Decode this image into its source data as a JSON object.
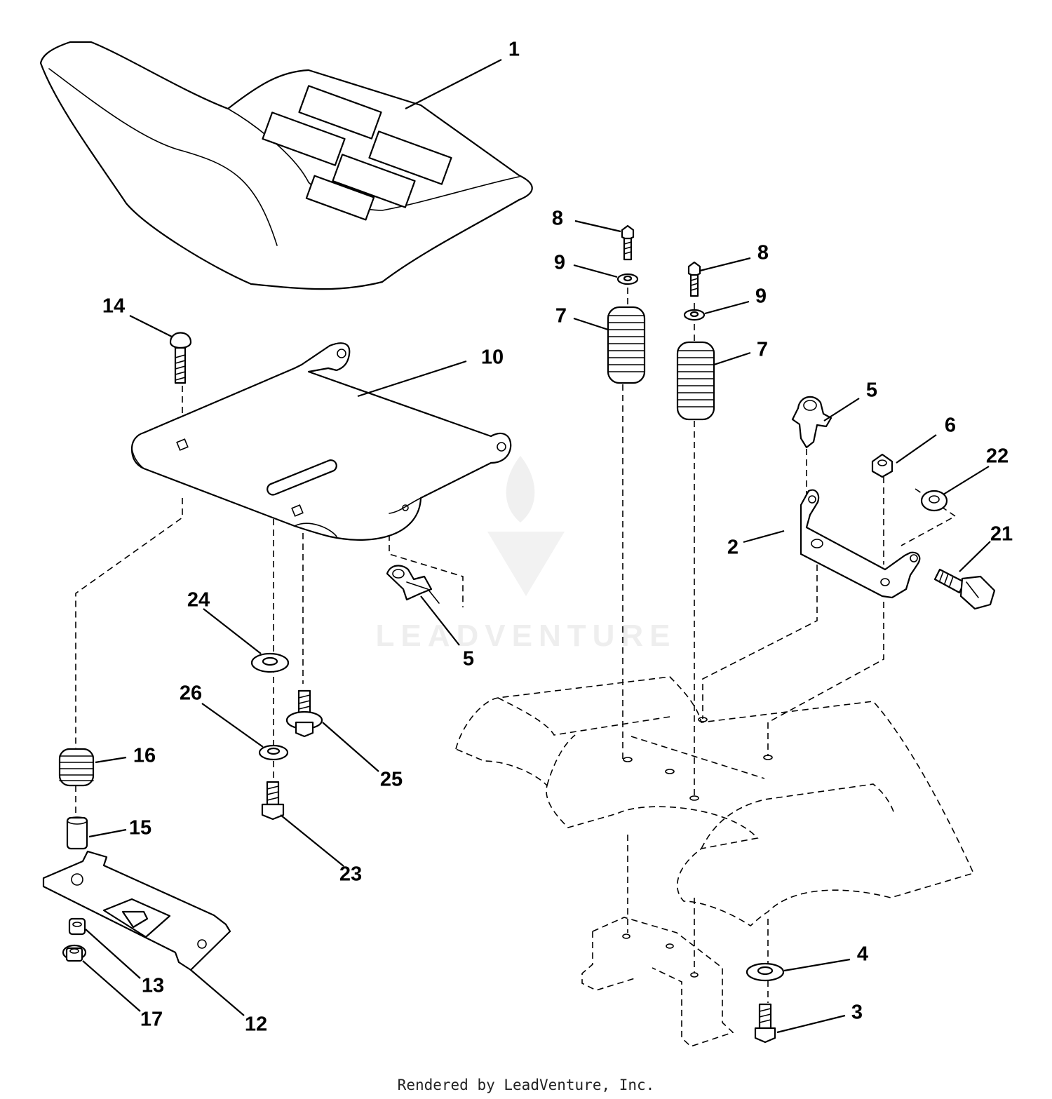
{
  "watermark": {
    "text": "LEADVENTURE"
  },
  "callouts": {
    "c1": "1",
    "c2": "2",
    "c3": "3",
    "c4": "4",
    "c5a": "5",
    "c5b": "5",
    "c6": "6",
    "c7a": "7",
    "c7b": "7",
    "c8a": "8",
    "c8b": "8",
    "c9a": "9",
    "c9b": "9",
    "c10": "10",
    "c12": "12",
    "c13": "13",
    "c14": "14",
    "c15": "15",
    "c16": "16",
    "c17": "17",
    "c21": "21",
    "c22": "22",
    "c23": "23",
    "c24": "24",
    "c25": "25",
    "c26": "26"
  },
  "footer": {
    "text": "Rendered by LeadVenture, Inc."
  }
}
